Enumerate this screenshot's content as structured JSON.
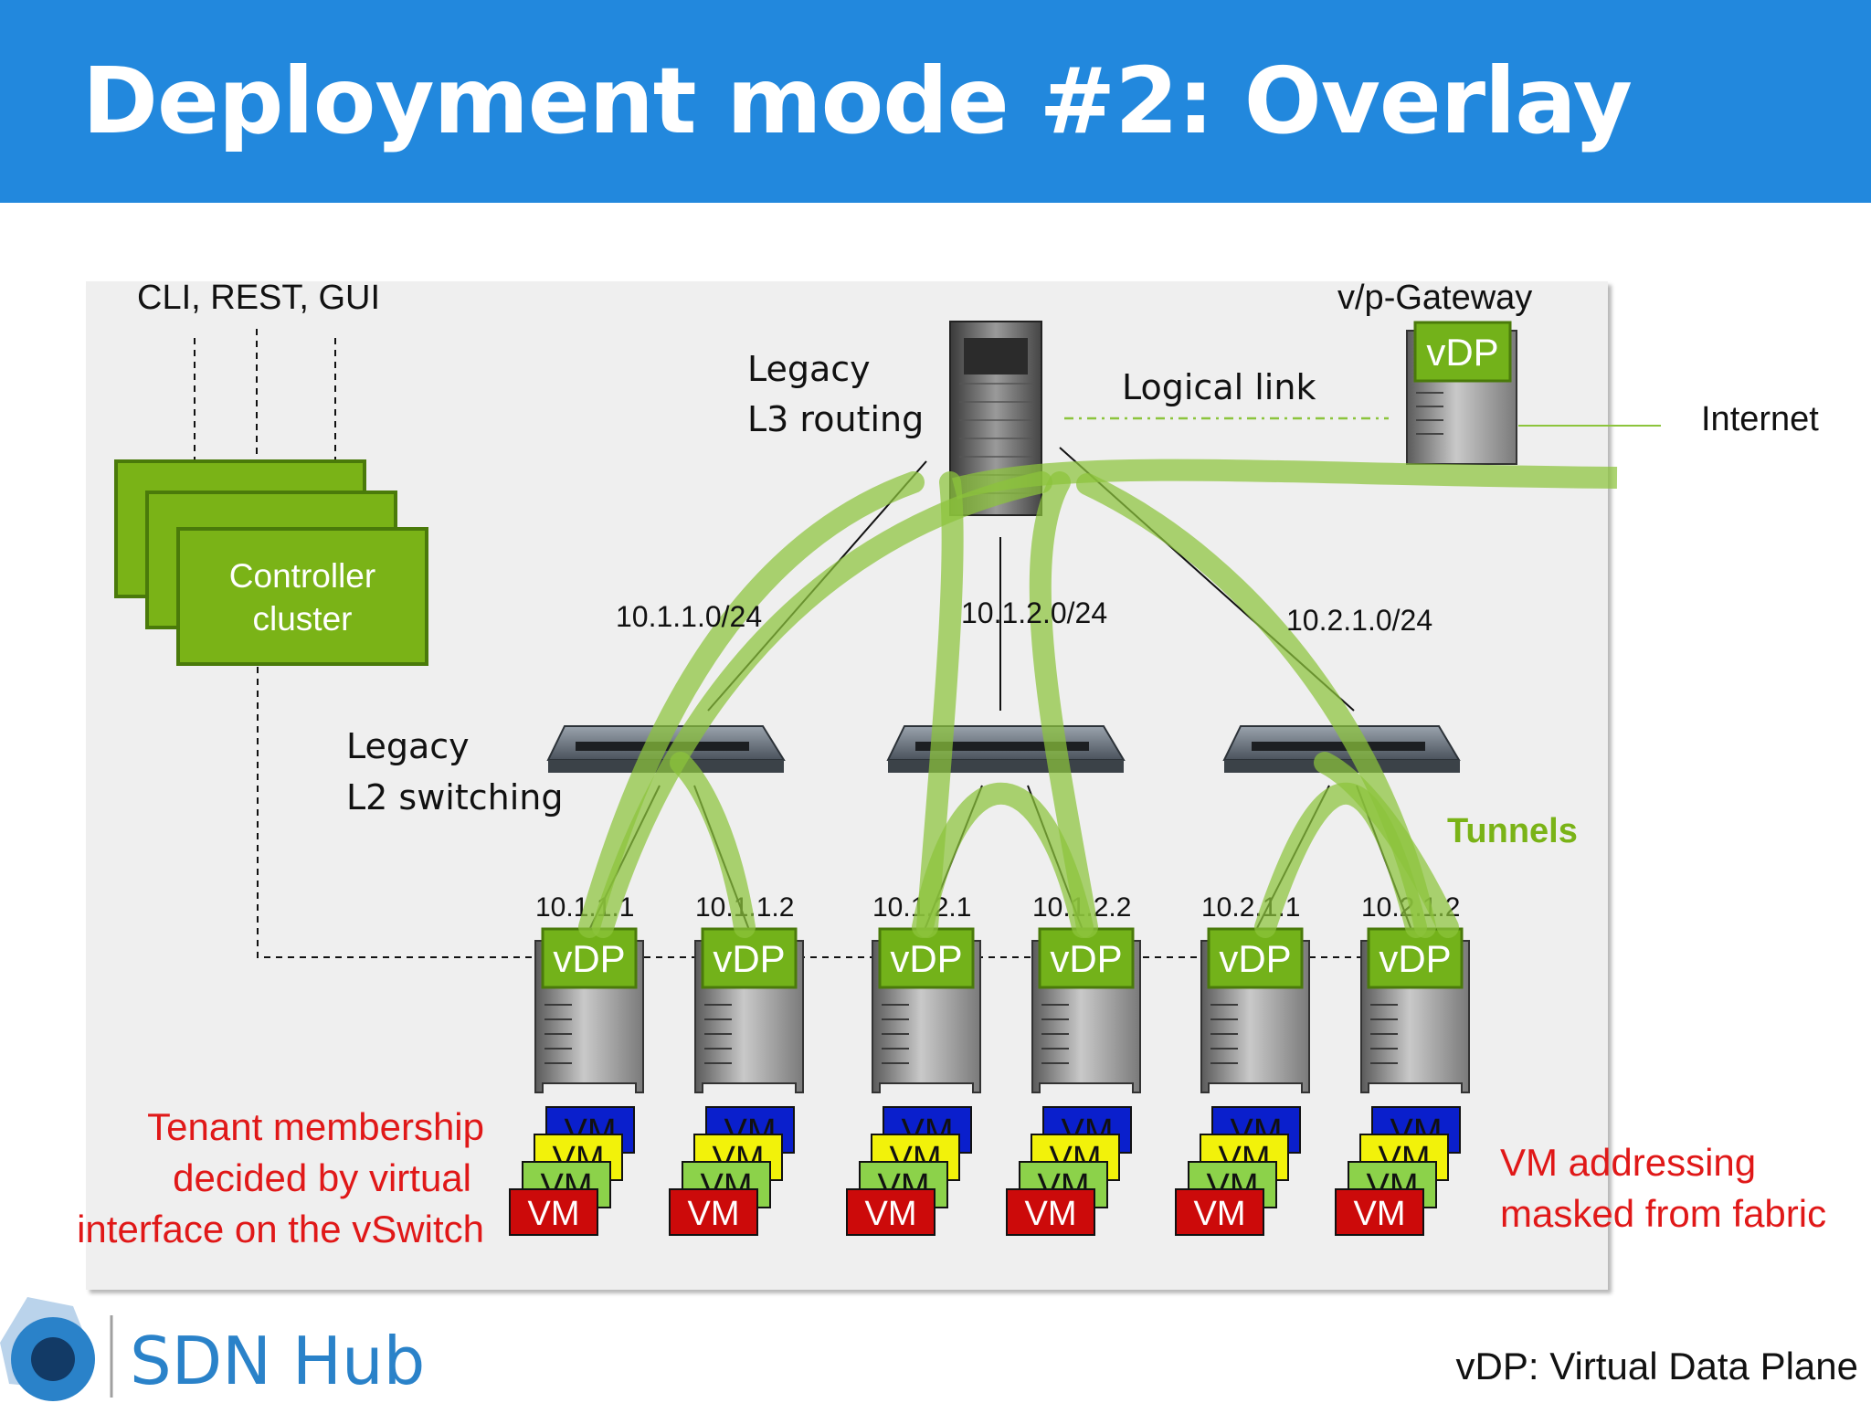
{
  "slide": {
    "title": "Deployment mode #2: Overlay",
    "footer_note": "vDP: Virtual Data Plane",
    "logo_text": "SDN Hub"
  },
  "labels": {
    "interfaces": "CLI, REST, GUI",
    "controller_line1": "Controller",
    "controller_line2": "cluster",
    "legacy_l3_line1": "Legacy",
    "legacy_l3_line2": "L3 routing",
    "legacy_l2_line1": "Legacy",
    "legacy_l2_line2": "L2 switching",
    "logical_link": "Logical link",
    "gateway": "v/p-Gateway",
    "gateway_vdp": "vDP",
    "internet": "Internet",
    "tunnels": "Tunnels",
    "subnet_1": "10.1.1.0/24",
    "subnet_2": "10.1.2.0/24",
    "subnet_3": "10.2.1.0/24",
    "vm_label": "VM",
    "tenant_line1": "Tenant membership",
    "tenant_line2": "decided by virtual",
    "tenant_line3": "interface on the vSwitch",
    "masked_line1": "VM addressing",
    "masked_line2": "masked from fabric"
  },
  "hosts": [
    {
      "ip": "10.1.1.1",
      "vdp": "vDP"
    },
    {
      "ip": "10.1.1.2",
      "vdp": "vDP"
    },
    {
      "ip": "10.1.2.1",
      "vdp": "vDP"
    },
    {
      "ip": "10.1.2.2",
      "vdp": "vDP"
    },
    {
      "ip": "10.2.1.1",
      "vdp": "vDP"
    },
    {
      "ip": "10.2.1.2",
      "vdp": "vDP"
    }
  ],
  "colors": {
    "title_bar": "#2288dd",
    "controller_green": "#7ab317",
    "vdp_green": "#73b21a",
    "tunnel_green": "#8cc43c",
    "vm_blue": "#0a1fcc",
    "vm_yellow": "#f2f20a",
    "vm_green": "#8cd24a",
    "vm_red": "#cc0a0a",
    "annotation_red": "#e01818"
  }
}
